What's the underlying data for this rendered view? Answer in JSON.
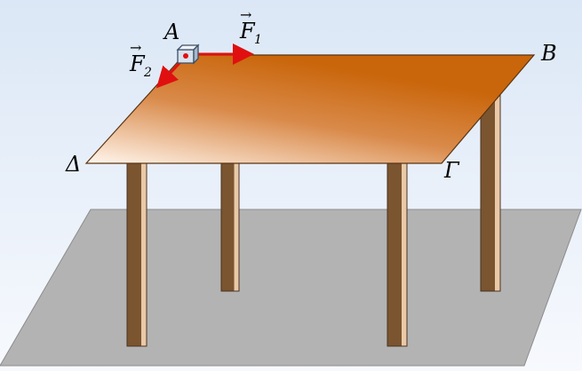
{
  "labels": {
    "corner_a": "A",
    "corner_b": "B",
    "corner_gamma": "Γ",
    "corner_delta": "Δ"
  },
  "forces": {
    "f1": {
      "letter": "F",
      "subscript": "1",
      "arrow": "→"
    },
    "f2": {
      "letter": "F",
      "subscript": "2",
      "arrow": "→"
    }
  },
  "colors": {
    "background_top": "#dbe7f6",
    "background_bottom": "#f7f9fd",
    "floor": "#b3b3b3",
    "table_top_dark": "#c9650a",
    "table_top_light": "#fff4ea",
    "leg_dark": "#7b5430",
    "leg_light": "#e9c9a8",
    "force_arrow": "#e01010",
    "block": "#d8e2ee"
  }
}
